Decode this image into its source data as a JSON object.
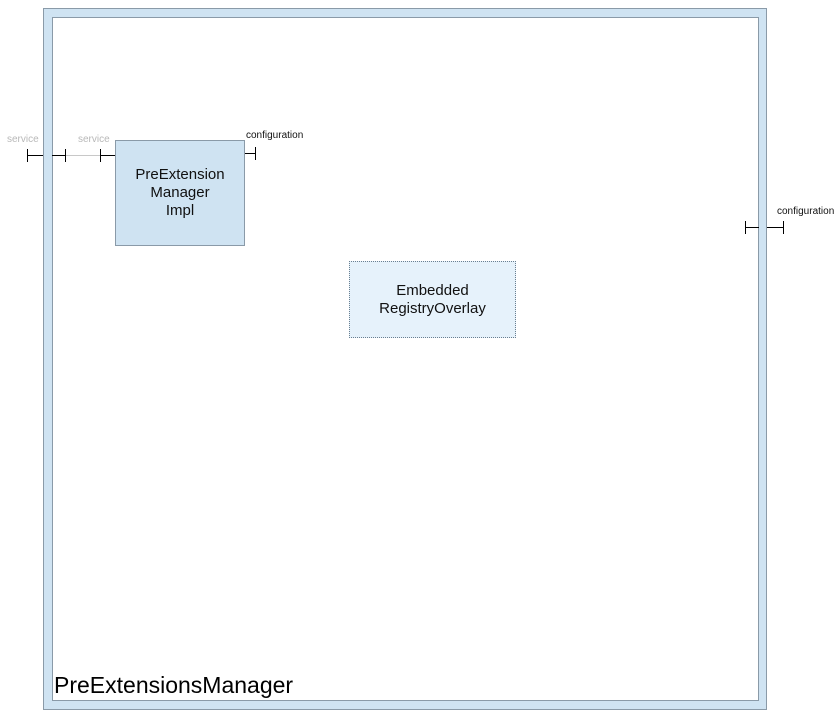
{
  "component": {
    "name": "PreExtensionsManager"
  },
  "impl": {
    "line1": "PreExtension",
    "line2": "Manager",
    "line3": "Impl"
  },
  "overlay": {
    "line1": "Embedded",
    "line2": "RegistryOverlay"
  },
  "ports": {
    "outer_service": "service",
    "inner_service": "service",
    "impl_configuration": "configuration",
    "outer_configuration": "configuration"
  }
}
